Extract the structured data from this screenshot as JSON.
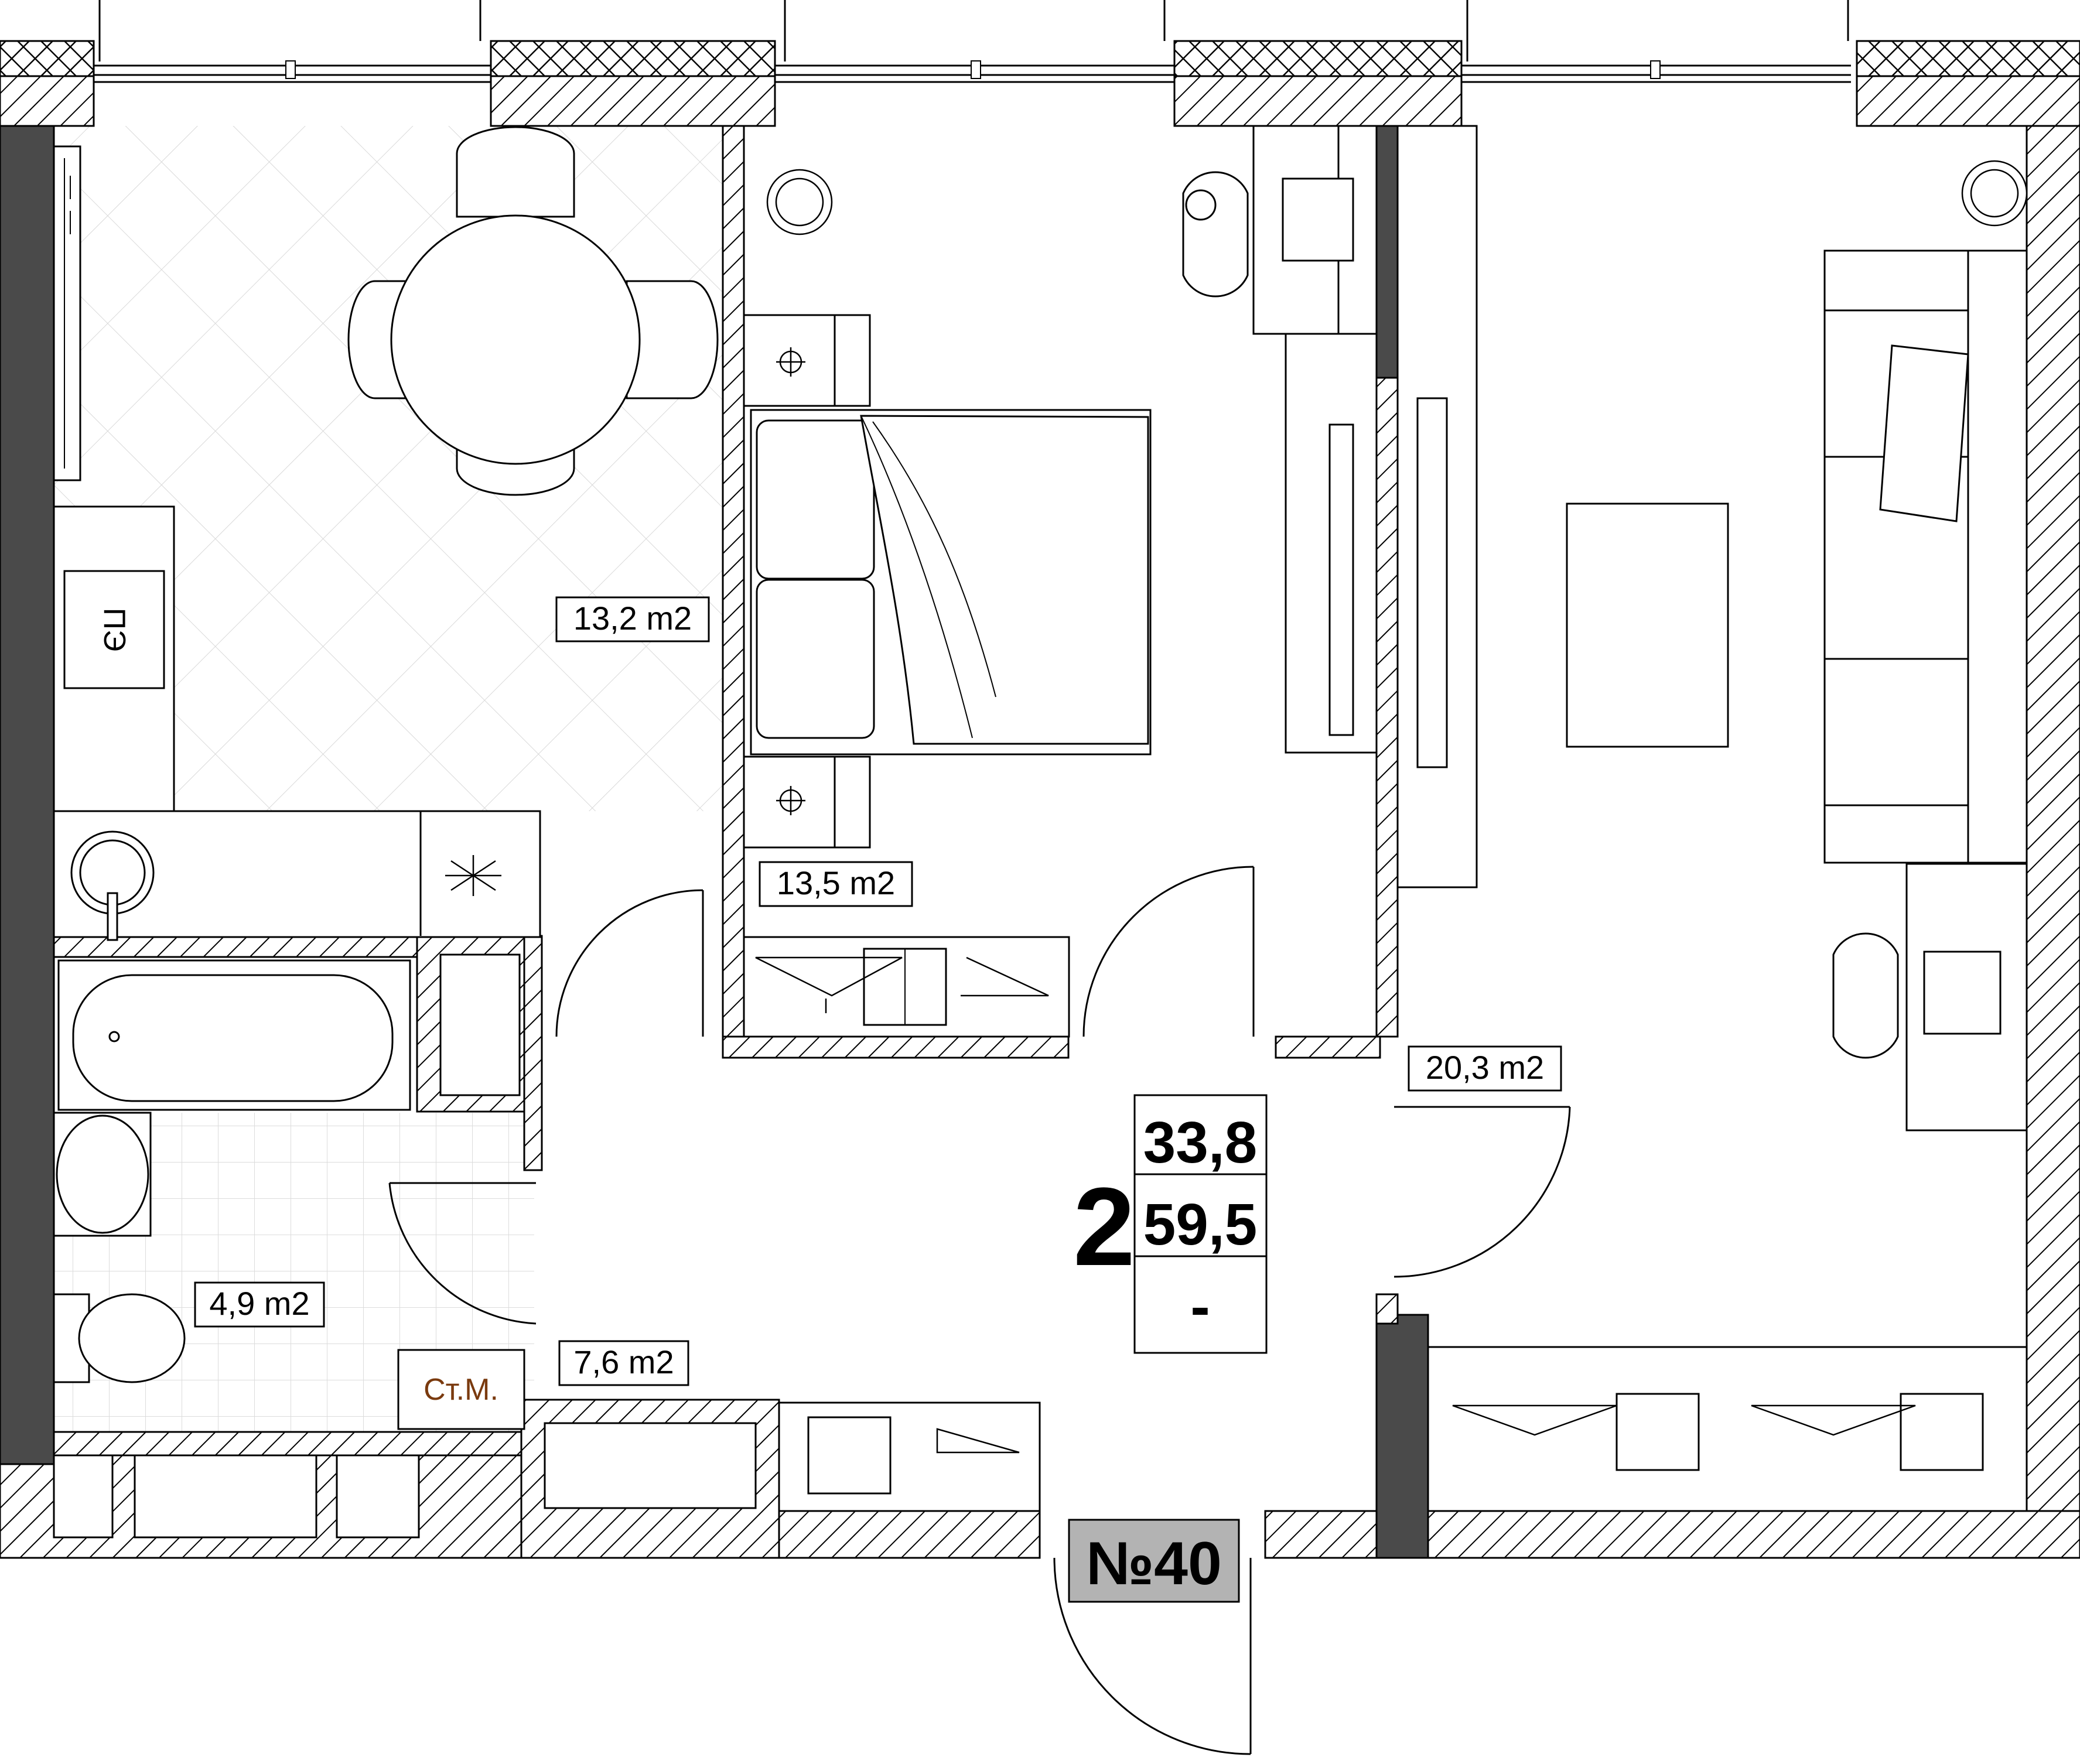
{
  "plan": {
    "rooms": [
      {
        "id": "kitchen",
        "area_label": "13,2 m2"
      },
      {
        "id": "bedroom",
        "area_label": "13,5 m2"
      },
      {
        "id": "living",
        "area_label": "20,3 m2"
      },
      {
        "id": "bathroom",
        "area_label": "4,9 m2"
      },
      {
        "id": "hall",
        "area_label": "7,6 m2"
      }
    ],
    "summary": {
      "rooms_count": "2",
      "living_area": "33,8",
      "total_area": "59,5",
      "extra": "-"
    },
    "apartment_number": "№40",
    "labels": {
      "washing_machine": "Ст.М.",
      "electric_stove": "ПЭ"
    },
    "colors": {
      "wall_dark": "#4a4a4a",
      "badge_bg": "#b3b3b3",
      "washer_text": "#7a3a0e"
    }
  }
}
